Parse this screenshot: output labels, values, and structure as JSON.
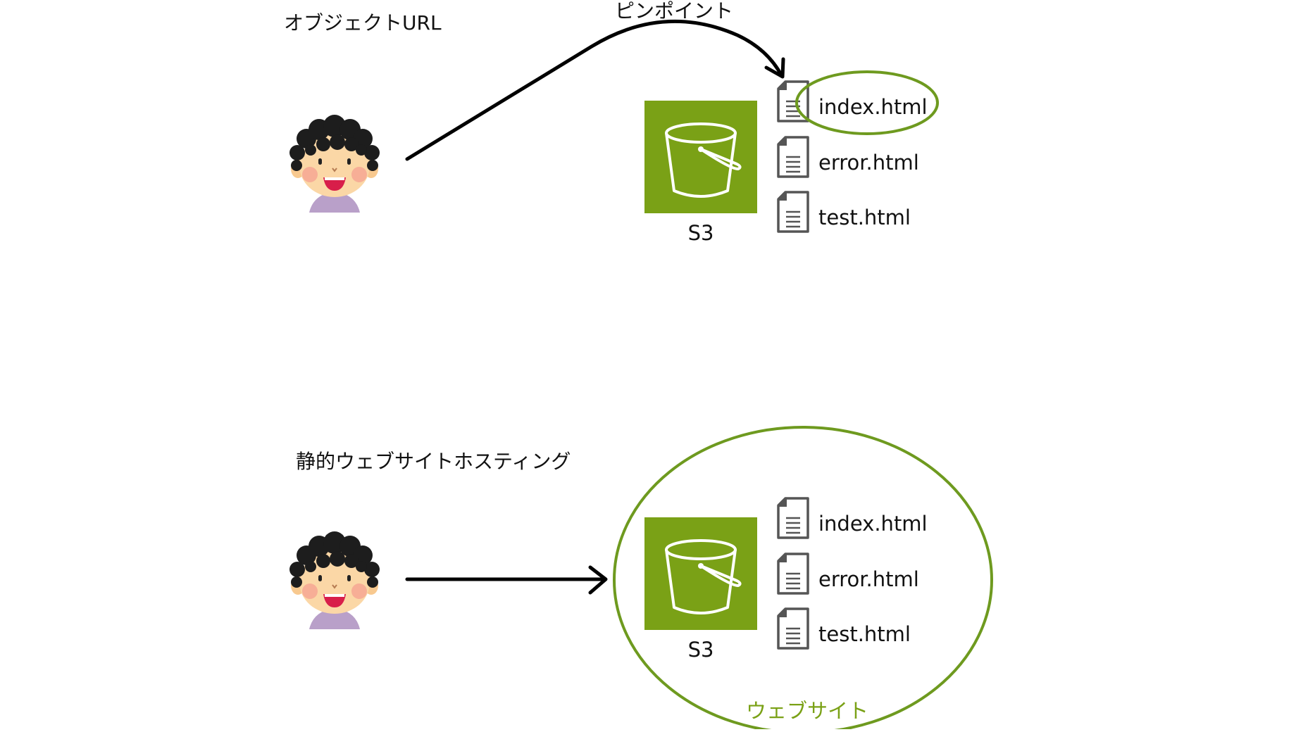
{
  "colors": {
    "s3_green": "#7aa116",
    "highlight_green": "#6e9a1f",
    "arrow": "#000000",
    "file_icon": "#555555",
    "text": "#111111"
  },
  "top_section": {
    "title": "オブジェクトURL",
    "arrow_label": "ピンポイント",
    "bucket_label": "S3",
    "files": [
      "index.html",
      "error.html",
      "test.html"
    ],
    "highlighted_file": "index.html"
  },
  "bottom_section": {
    "title": "静的ウェブサイトホスティング",
    "bucket_label": "S3",
    "files": [
      "index.html",
      "error.html",
      "test.html"
    ],
    "region_label": "ウェブサイト"
  },
  "icons": {
    "user": "person-avatar-icon",
    "bucket": "s3-bucket-icon",
    "file": "document-file-icon"
  }
}
